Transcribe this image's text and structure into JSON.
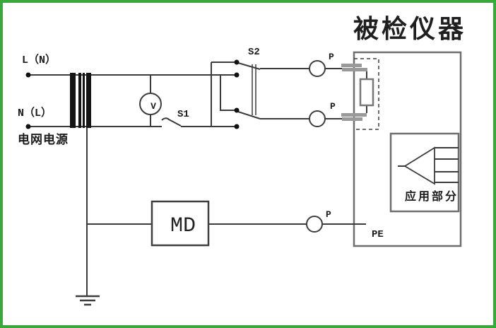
{
  "figure": {
    "type": "circuit-diagram",
    "title": "被检仪器",
    "mains": {
      "line_live": "L（N）",
      "line_neutral": "N（L）",
      "source_label": "电网电源"
    },
    "components": {
      "voltmeter": "V",
      "switch_s1": "S1",
      "switch_s2": "S2",
      "probe_top": "P",
      "probe_bottom": "P",
      "probe_pe": "P",
      "pe_terminal": "PE",
      "measuring_device": "MD",
      "applied_part": "应用部分"
    },
    "colors": {
      "frame_green": "#3aa83a",
      "wire_dark": "#3c3c3c",
      "box_gray": "#6e6e6e",
      "connector_gray": "#999999",
      "background": "#ffffff"
    }
  }
}
